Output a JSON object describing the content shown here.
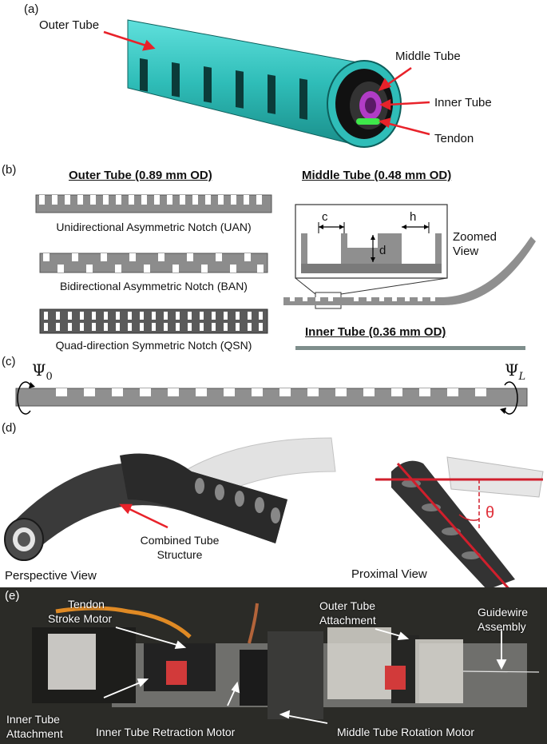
{
  "panels": {
    "a": {
      "tag": "(a)",
      "labels": {
        "outer_tube": "Outer Tube",
        "middle_tube": "Middle Tube",
        "inner_tube": "Inner Tube",
        "tendon": "Tendon"
      }
    },
    "b": {
      "tag": "(b)",
      "outer_title": "Outer Tube (0.89 mm OD)",
      "middle_title": "Middle Tube (0.48 mm OD)",
      "inner_title": "Inner Tube (0.36 mm OD)",
      "uan": "Unidirectional Asymmetric Notch (UAN)",
      "ban": "Bidirectional Asymmetric Notch (BAN)",
      "qsn": "Quad-direction Symmetric Notch (QSN)",
      "zoom": {
        "c": "c",
        "h": "h",
        "d": "d",
        "label_line1": "Zoomed",
        "label_line2": "View"
      }
    },
    "c": {
      "tag": "(c)",
      "psi0_base": "Ψ",
      "psi0_sub": "0",
      "psiL_base": "Ψ",
      "psiL_sub": "L"
    },
    "d": {
      "tag": "(d)",
      "combined_line1": "Combined Tube",
      "combined_line2": "Structure",
      "perspective": "Perspective View",
      "proximal": "Proximal View",
      "theta": "θ"
    },
    "e": {
      "tag": "(e)",
      "tendon_motor_line1": "Tendon",
      "tendon_motor_line2": "Stroke Motor",
      "outer_attach_line1": "Outer Tube",
      "outer_attach_line2": "Attachment",
      "guidewire_line1": "Guidewire",
      "guidewire_line2": "Assembly",
      "inner_attach_line1": "Inner Tube",
      "inner_attach_line2": "Attachment",
      "inner_retraction": "Inner Tube Retraction Motor",
      "middle_rotation": "Middle Tube Rotation Motor"
    }
  },
  "colors": {
    "outer_tube": "#34c9c4",
    "arrow": "#e8222a",
    "theta": "#e0303a",
    "metal": "#9a9a9a",
    "photo_bg": "#2b2b27"
  }
}
